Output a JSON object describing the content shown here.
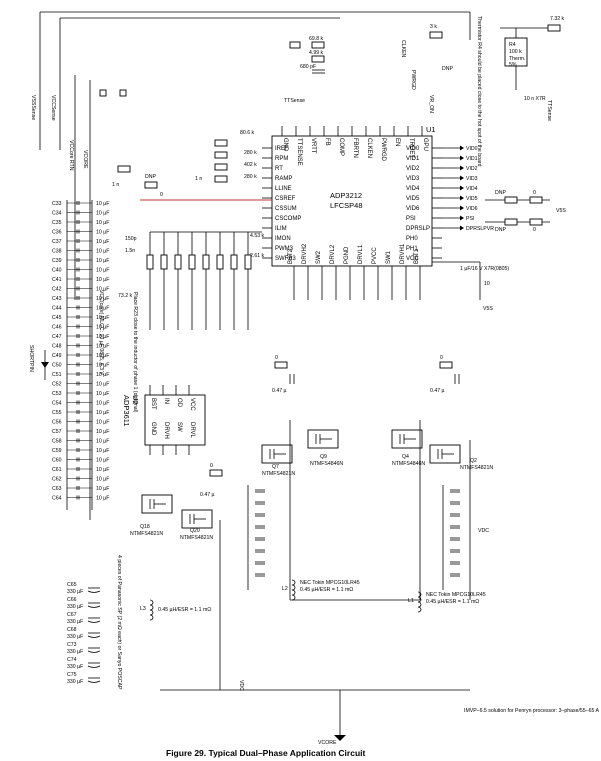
{
  "figure": {
    "caption": "Figure 29. Typical Dual–Phase Application Circuit"
  },
  "controller": {
    "ref": "U1",
    "part": "ADP3212",
    "package": "LFCSP48",
    "left_pins": [
      "IREF",
      "RPM",
      "RT",
      "RAMP",
      "LLINE",
      "CSREF",
      "CSSUM",
      "CSCOMP",
      "ILIM",
      "IMON",
      "PWM3",
      "SWFB3"
    ],
    "right_pins": [
      "VID0",
      "VID1",
      "VID2",
      "VID3",
      "VID4",
      "VID5",
      "VID6",
      "PSI",
      "DPRSLP",
      "PH0",
      "PH1",
      "VCC"
    ],
    "top_pins": [
      "GND",
      "TTSENSE",
      "VRTT",
      "FB",
      "COMP",
      "FBRTN",
      "CLKEN",
      "PWRGD",
      "EN",
      "TRDET",
      "GPU"
    ],
    "bottom_pins": [
      "BST1",
      "DRVH1",
      "SW1",
      "PVCC",
      "DRVL1",
      "PGND",
      "DRVL2",
      "SW2",
      "DRVH2",
      "BST2"
    ],
    "vid_labels": [
      "VID0",
      "VID1",
      "VID2",
      "VID3",
      "VID4",
      "VID5",
      "VID6",
      "PSI",
      "DPRSLPVR"
    ]
  },
  "driver": {
    "ref": "U2",
    "part": "ADP3611",
    "pins": [
      "BST",
      "IN",
      "OD",
      "VCC",
      "GND",
      "DRVH",
      "SW",
      "DRVL"
    ]
  },
  "mosfets": [
    {
      "ref": "Q7",
      "part": "NTMFS4821N"
    },
    {
      "ref": "Q9",
      "part": "NTMFS4846N"
    },
    {
      "ref": "Q4",
      "part": "NTMFS4846N"
    },
    {
      "ref": "Q2",
      "part": "NTMFS4821N"
    },
    {
      "ref": "Q18",
      "part": "NTMFS4821N"
    },
    {
      "ref": "Q20",
      "part": "NTMFS4821N"
    }
  ],
  "inductors": [
    {
      "ref": "L2",
      "desc": "NEC Tokin MPCG10LR45",
      "spec": "0.45 µH/ESR = 1.1 mΩ"
    },
    {
      "ref": "L1",
      "desc": "NEC Tokin MPCG10LR45",
      "spec": "0.45 µH/ESR = 1.1 mΩ"
    },
    {
      "ref": "L3",
      "desc": "",
      "spec": "0.45 µH/ESR = 1.1 mΩ"
    }
  ],
  "thermistor": {
    "ref": "R4",
    "value": "100 k",
    "type": "Therm.",
    "tol": "5%",
    "note": "Thermistor R4 should be placed close to the hot spot of the board"
  },
  "output_caps": {
    "labels": [
      "C33",
      "C34",
      "C35",
      "C36",
      "C37",
      "C38",
      "C39",
      "C40",
      "C41",
      "C42",
      "C43",
      "C44",
      "C45",
      "C46",
      "C47",
      "C48",
      "C49",
      "C50",
      "C51",
      "C52",
      "C53",
      "C54",
      "C55",
      "C56",
      "C57",
      "C58",
      "C59",
      "C60",
      "C61",
      "C62",
      "C63",
      "C64"
    ],
    "value": "10 µF"
  },
  "bulk_caps": {
    "labels": [
      "C65",
      "C66",
      "C67",
      "C68",
      "C73",
      "C74",
      "C75"
    ],
    "value": "330 µF",
    "note": "4 pieces of Panasonic SP (2 mΩ each) or Sanyo POSCAP"
  },
  "nets": {
    "vss": "VSSSense",
    "vcc_sense": "VCCSense",
    "vccore": "VCORE",
    "vccore_rtn": "VCCore RTN",
    "vin": "VDC",
    "vcc5": "V5S",
    "ttsense": "TTSense",
    "clken": "CLKEN",
    "pwrgd": "PWRGD",
    "vr_on": "VR_ON",
    "shortpin": "SHORTPIN"
  },
  "parts": {
    "R1": "7.32 k",
    "C1": "10 n X7R",
    "R27": "80.6 k",
    "R15": "280 k",
    "R16": "402 k",
    "R17": "280 k",
    "R14": "4.53 k",
    "R28": "2.61 k",
    "R69": "0",
    "R70": "DNP",
    "R71": "0",
    "R72": "DNP",
    "C12": "150p",
    "C13": "1.5n",
    "R8": "10",
    "C3": "1 µF/16 V X7R(0805)",
    "R45": "3 k",
    "R46": "DNP",
    "C104": "680 pF",
    "R67": "4.99 k",
    "R68": "69.8 k",
    "R33": "0",
    "C22": "0.47 µ",
    "R32": "0",
    "C16": "0.47 µ",
    "R42": "0",
    "C76": "0.47 µ",
    "R22": "73.2 k",
    "C14": "1 n",
    "C11": "1 n",
    "R19": "0",
    "R20": "DNP"
  },
  "notes": {
    "imvp": "IMVP–6.5 solution for Penryn processor: 3–phase/55–65 A",
    "rcs": "Place R23 close to the inductor of phase 1 (optional)",
    "mlcc": "VCC(core) MLCC: 10 µF 0805, 6.3 V"
  },
  "chips": {
    "q18_pair": "NTMFS4821N",
    "q20_pair": "NTMFS4821N"
  }
}
